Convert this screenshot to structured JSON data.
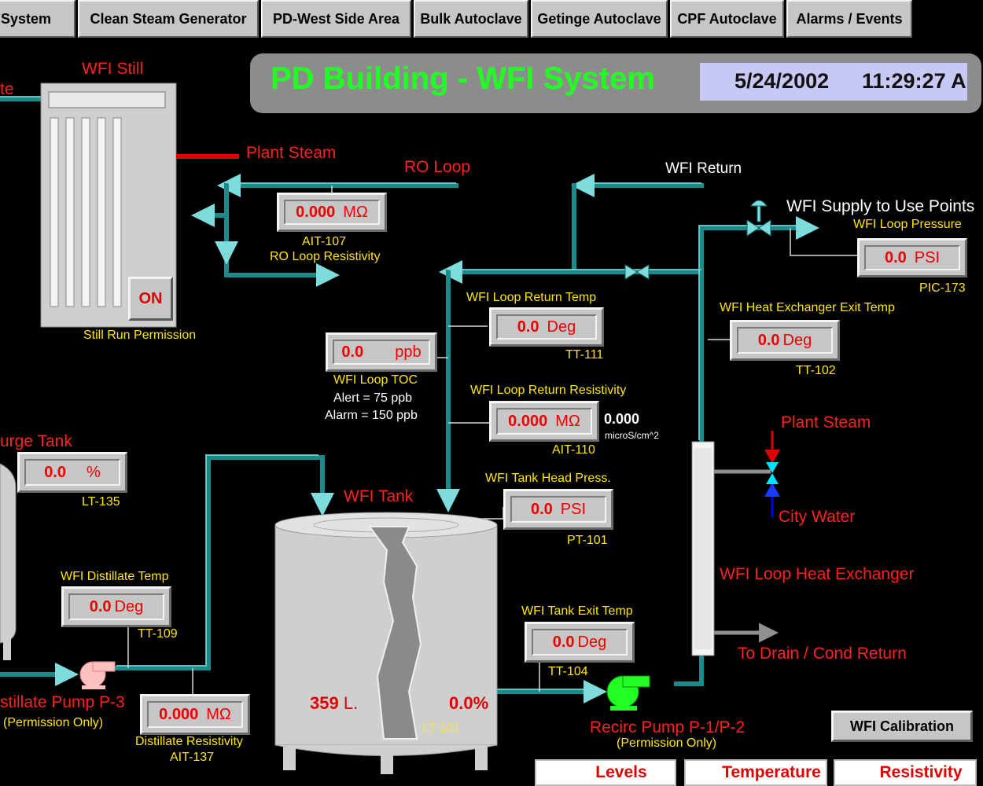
{
  "tabs": [
    "System",
    "Clean Steam Generator",
    "PD-West Side Area",
    "Bulk Autoclave",
    "Getinge Autoclave",
    "CPF Autoclave",
    "Alarms / Events"
  ],
  "header": {
    "title": "PD Building - WFI System",
    "date": "5/24/2002",
    "time": "11:29:27 A"
  },
  "still": {
    "title": "WFI Still",
    "partial_left_label": "te",
    "status": "ON",
    "status_label": "Still Run Permission"
  },
  "plant_steam_top": "Plant Steam",
  "ro_loop": {
    "label": "RO Loop",
    "value": "0.000",
    "unit": "MΩ",
    "tag": "AIT-107",
    "desc": "RO Loop Resistivity"
  },
  "wfi_return": "WFI Return",
  "wfi_supply": "WFI Supply to Use Points",
  "pic173": {
    "label": "WFI Loop Pressure",
    "value": "0.0",
    "unit": "PSI",
    "tag": "PIC-173"
  },
  "tt111": {
    "label": "WFI Loop Return Temp",
    "value": "0.0",
    "unit": "Deg",
    "tag": "TT-111"
  },
  "toc": {
    "value": "0.0",
    "unit": "ppb",
    "label": "WFI Loop TOC",
    "alert": "Alert = 75 ppb",
    "alarm": "Alarm = 150 ppb"
  },
  "tt102": {
    "label": "WFI Heat Exchanger Exit Temp",
    "value": "0.0",
    "unit": "Deg",
    "tag": "TT-102"
  },
  "ait110": {
    "label": "WFI Loop Return Resistivity",
    "value": "0.000",
    "unit": "MΩ",
    "tag": "AIT-110",
    "conductivity": "0.000",
    "conductivity_unit": "microS/cm^2"
  },
  "plant_steam_hx": "Plant Steam",
  "city_water": "City Water",
  "hx_label": "WFI Loop Heat Exchanger",
  "to_drain": "To Drain / Cond Return",
  "pt101": {
    "label": "WFI Tank Head Press.",
    "value": "0.0",
    "unit": "PSI",
    "tag": "PT-101"
  },
  "surge": {
    "label": "urge Tank",
    "value": "0.0",
    "unit": "%",
    "tag": "LT-135"
  },
  "tank": {
    "label": "WFI Tank",
    "volume": "359",
    "volume_unit": "L.",
    "level": "0.0%",
    "tag": "LT-101"
  },
  "tt109": {
    "label": "WFI Distillate Temp",
    "value": "0.0",
    "unit": "Deg",
    "tag": "TT-109"
  },
  "pump_p3": {
    "label": "stillate Pump P-3",
    "sub": "(Permission Only)"
  },
  "ait137": {
    "value": "0.000",
    "unit": "MΩ",
    "label": "Distillate Resistivity",
    "tag": "AIT-137"
  },
  "tt104": {
    "label": "WFI Tank Exit Temp",
    "value": "0.0",
    "unit": "Deg",
    "tag": "TT-104"
  },
  "recirc": {
    "label": "Recirc Pump P-1/P-2",
    "sub": "(Permission Only)"
  },
  "calibration_button": "WFI Calibration",
  "nav_buttons": [
    "Levels",
    "Temperature",
    "Resistivity"
  ],
  "colors": {
    "pipe": "#1a8a8a",
    "pipe_highlight": "#7fdcdc",
    "label_red": "#ff2020",
    "title_green": "#22ff22",
    "tank_gray": "#cfcfcf"
  }
}
